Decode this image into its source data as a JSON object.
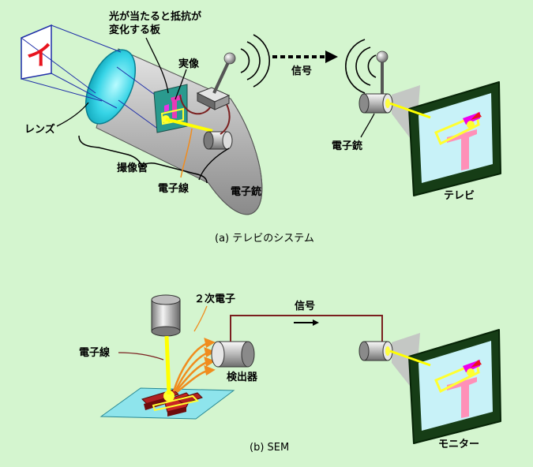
{
  "part_a": {
    "caption": "(a) テレビのシステム",
    "image_char": "イ",
    "labels": {
      "plate_line1": "光が当たると抵抗が",
      "plate_line2": "変化する板",
      "real_image": "実像",
      "lens": "レンズ",
      "camera_tube": "撮像管",
      "electron_beam": "電子線",
      "electron_gun_camera": "電子銃",
      "signal": "信号",
      "electron_gun_tv": "電子銃",
      "tv": "テレビ"
    }
  },
  "part_b": {
    "caption": "(b) SEM",
    "labels": {
      "secondary_electrons": "２次電子",
      "electron_beam": "電子線",
      "detector": "検出器",
      "signal": "信号",
      "monitor": "モニター"
    }
  },
  "colors": {
    "background": "#d4f5cf",
    "beam": "#ffff00",
    "secondary_electrons": "#f08c1e",
    "signal_wire": "#7a1f1f",
    "lens": "#3ad6e6",
    "screen": "#c8f2f8",
    "image_pink": "#ff90b8",
    "image_magenta": "#ee00ee",
    "image_red": "#e8141e"
  }
}
